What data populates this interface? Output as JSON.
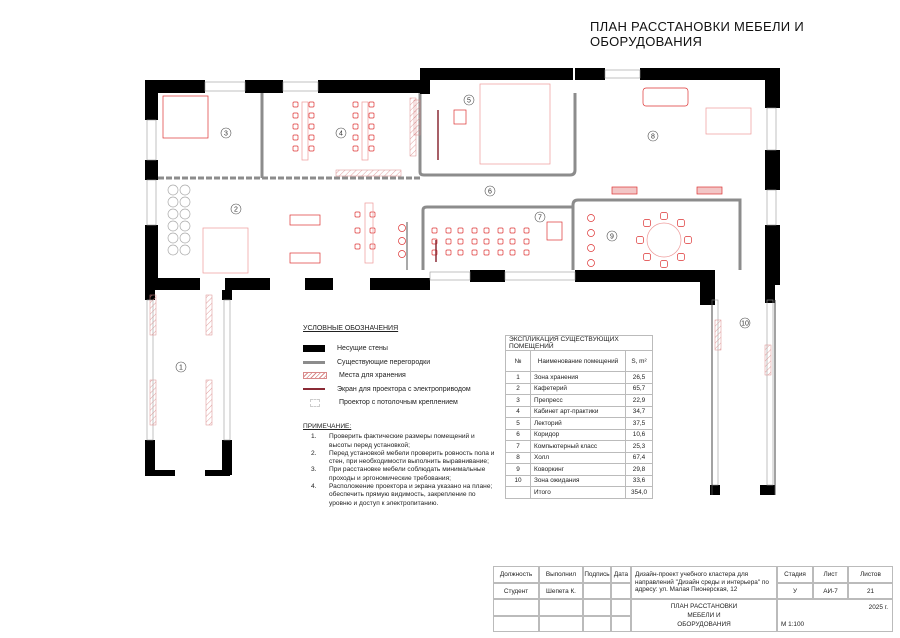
{
  "title": "ПЛАН РАССТАНОВКИ МЕБЕЛИ И ОБОРУДОВАНИЯ",
  "rooms": [
    "1",
    "2",
    "3",
    "4",
    "5",
    "6",
    "7",
    "8",
    "9",
    "10"
  ],
  "legend": {
    "header": "УСЛОВНЫЕ ОБОЗНАЧЕНИЯ",
    "items": [
      {
        "label": "Несущие стены",
        "color": "#000000"
      },
      {
        "label": "Существующие перегородки",
        "color": "#8c8c8c"
      },
      {
        "label": "Места для хранения",
        "color": "#d98a8a"
      },
      {
        "label": "Экран для проектора с электроприводом",
        "color": "#8a2a35"
      },
      {
        "label": "Проектор с потолочным креплением",
        "color": "#cccccc"
      }
    ]
  },
  "notes": {
    "header": "ПРИМЕЧАНИЕ:",
    "items": [
      {
        "n": "1.",
        "text": "Проверить фактические размеры помещений и высоты перед установкой;"
      },
      {
        "n": "2.",
        "text": "Перед установкой мебели проверить ровность пола и стен, при необходимости выполнить выравнивание;"
      },
      {
        "n": "3.",
        "text": "При расстановке мебели соблюдать минимальные проходы и эргономические требования;"
      },
      {
        "n": "4.",
        "text": "Расположение проектора и экрана указано на плане; обеспечить прямую видимость, закрепление по уровню и доступ к электропитанию."
      }
    ]
  },
  "explication": {
    "caption": "ЭКСПЛИКАЦИЯ СУЩЕСТВУЮЩИХ ПОМЕЩЕНИЙ",
    "col_num": "№",
    "col_name": "Наименование помещений",
    "col_area": "S, m²",
    "rows": [
      {
        "n": "1",
        "name": "Зона хранения",
        "s": "26,5"
      },
      {
        "n": "2",
        "name": "Кафетерий",
        "s": "65,7"
      },
      {
        "n": "3",
        "name": "Препресс",
        "s": "22,9"
      },
      {
        "n": "4",
        "name": "Кабинет арт-практики",
        "s": "34,7"
      },
      {
        "n": "5",
        "name": "Лекторий",
        "s": "37,5"
      },
      {
        "n": "6",
        "name": "Коридор",
        "s": "10,6"
      },
      {
        "n": "7",
        "name": "Компьютерный класс",
        "s": "25,3"
      },
      {
        "n": "8",
        "name": "Холл",
        "s": "67,4"
      },
      {
        "n": "9",
        "name": "Коворкинг",
        "s": "29,8"
      },
      {
        "n": "10",
        "name": "Зона ожидания",
        "s": "33,6"
      }
    ],
    "total_label": "Итого",
    "total": "354,0"
  },
  "title_block": {
    "position_h": "Должность",
    "performer_h": "Выполнил",
    "signature_h": "Подпись",
    "date_h": "Дата",
    "position": "Студент",
    "performer": "Шепета К.",
    "project": "Дизайн-проект учебного кластера для направлений \"Дизайн среды и интерьера\" по адресу: ул. Малая Пионерская, 12",
    "stage_h": "Стадия",
    "sheet_h": "Лист",
    "sheets_h": "Листов",
    "stage": "У",
    "sheet": "АИ-7",
    "sheets": "21",
    "drawing": "ПЛАН РАССТАНОВКИ МЕБЕЛИ И ОБОРУДОВАНИЯ",
    "year": "2025 г.",
    "scale": "М 1:100"
  }
}
